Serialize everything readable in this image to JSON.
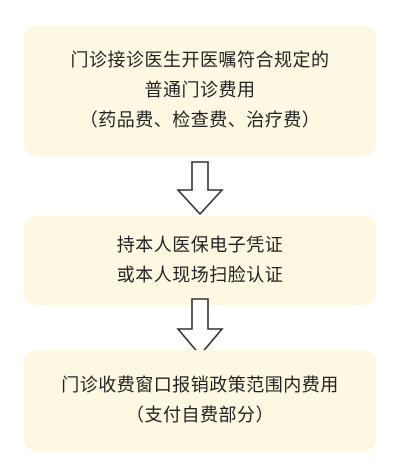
{
  "steps": [
    {
      "lines": [
        "门诊接诊医生开医嘱符合规定的",
        "普通门诊费用",
        "（药品费、检查费、治疗费）"
      ]
    },
    {
      "lines": [
        "持本人医保电子凭证",
        "或本人现场扫脸认证"
      ]
    },
    {
      "lines": [
        "门诊收费窗口报销政策范围内费用",
        "（支付自费部分）"
      ]
    }
  ],
  "colors": {
    "box_fill": "#fdf8e1",
    "text": "#222222",
    "arrow_stroke": "#333333"
  },
  "icons": [
    "down-arrow-icon",
    "down-arrow-icon"
  ]
}
